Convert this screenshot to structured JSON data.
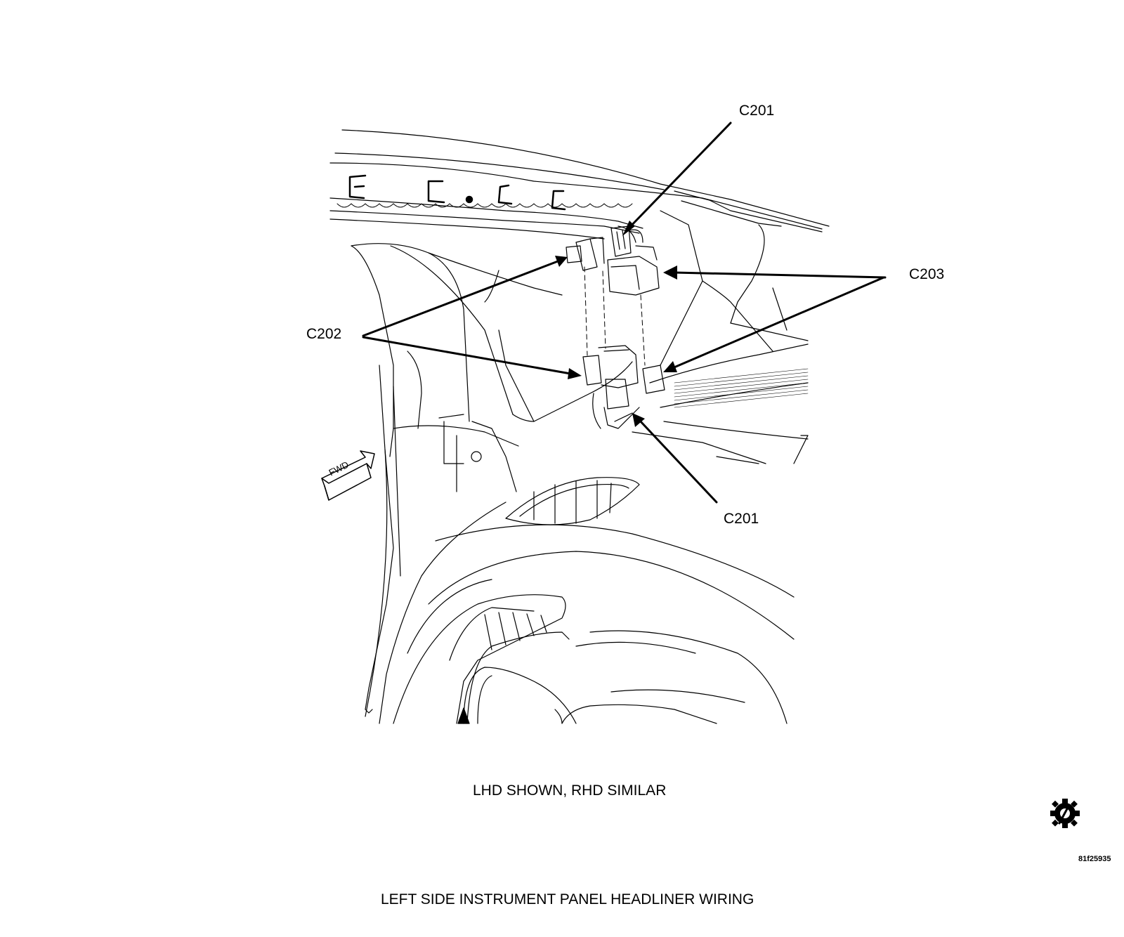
{
  "figure": {
    "callouts": {
      "c201_top": "C201",
      "c201_bottom": "C201",
      "c202": "C202",
      "c203": "C203"
    },
    "fwd_label": "FWD",
    "note": "LHD  SHOWN, RHD SIMILAR",
    "title": "LEFT SIDE INSTRUMENT PANEL HEADLINER WIRING",
    "figure_id": "81f25935",
    "icons": [
      "gear-slash-icon"
    ]
  }
}
